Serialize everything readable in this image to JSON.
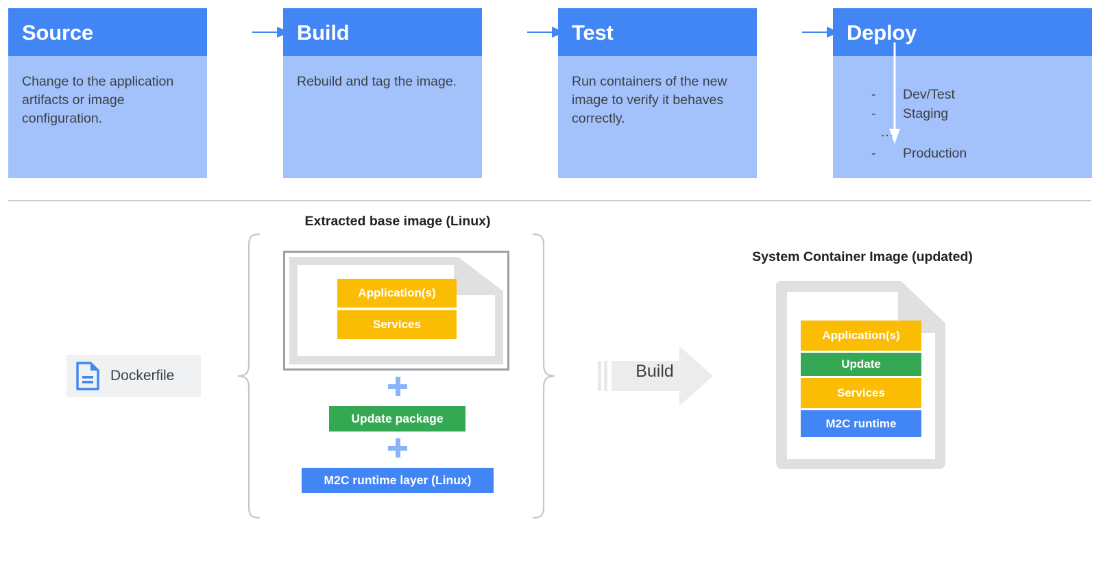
{
  "pipeline": {
    "stages": [
      {
        "title": "Source",
        "desc": "Change to the application artifacts or image configuration."
      },
      {
        "title": "Build",
        "desc": "Rebuild and tag the image."
      },
      {
        "title": "Test",
        "desc": "Run containers of the new image to verify it behaves correctly."
      },
      {
        "title": "Deploy",
        "desc": ""
      }
    ],
    "deploy_items": [
      {
        "dash": "-",
        "label": "Dev/Test"
      },
      {
        "dash": "-",
        "label": "Staging"
      },
      {
        "dash": "-",
        "label": "Production"
      }
    ],
    "deploy_ellipsis": "...",
    "arrow_icon": "arrow-right-icon",
    "deploy_arrow_icon": "arrow-down-icon"
  },
  "composition": {
    "base_caption": "Extracted base image (Linux)",
    "system_caption": "System Container Image (updated)",
    "dockerfile": {
      "label": "Dockerfile",
      "icon": "document-icon"
    },
    "base_layers": [
      {
        "label": "Application(s)",
        "color": "#fbbc04"
      },
      {
        "label": "Services",
        "color": "#fbbc04"
      }
    ],
    "addends": [
      {
        "plus": "+",
        "icon": "plus-icon"
      },
      {
        "label": "Update package",
        "color": "#34a853"
      },
      {
        "plus": "+",
        "icon": "plus-icon"
      },
      {
        "label": "M2C runtime layer (Linux)",
        "color": "#4285f4"
      }
    ],
    "update_package_label": "Update package",
    "m2c_layer_label": "M2C runtime layer (Linux)",
    "build_arrow": {
      "label": "Build",
      "icon": "block-arrow-right-icon"
    },
    "system_layers": [
      {
        "label": "Application(s)",
        "color": "#fbbc04"
      },
      {
        "label": "Update",
        "color": "#34a853"
      },
      {
        "label": "Services",
        "color": "#fbbc04"
      },
      {
        "label": "M2C runtime",
        "color": "#4285f4"
      }
    ]
  },
  "colors": {
    "header_blue": "#4285f4",
    "body_blue": "#a3c2fc",
    "yellow": "#fbbc04",
    "green": "#34a853",
    "blue": "#4285f4",
    "plus_blue": "#8ab4f8",
    "gray_doc": "#e0e0e0",
    "gray_border": "#9aa0a6",
    "divider": "#c6ccd2",
    "chip_bg": "#f0f1f2",
    "text": "#3c4043"
  }
}
